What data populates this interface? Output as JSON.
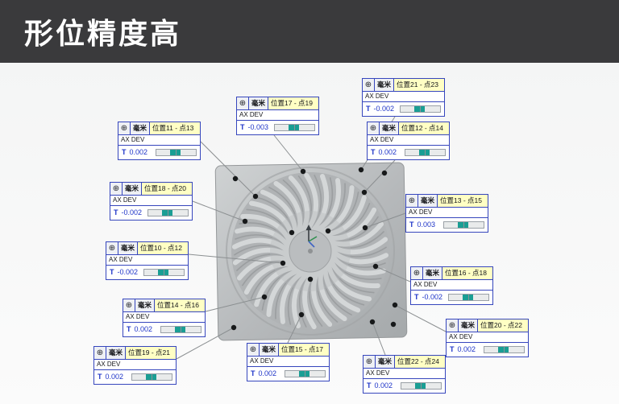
{
  "header": {
    "title": "形位精度高"
  },
  "labels": {
    "position_symbol": "⊕",
    "unit": "毫米",
    "axdev": "AX DEV",
    "t": "T"
  },
  "colors": {
    "banner_bg": "#3a3a3c",
    "callout_border": "#3646bd",
    "callout_highlight": "#ffffc4",
    "gauge_fill": "#1a9e94",
    "value_text": "#1f35c8",
    "part_gray": "#b6b9bb"
  },
  "callouts": [
    {
      "position": "位置17 - 点19",
      "value": "-0.003"
    },
    {
      "position": "位置21 - 点23",
      "value": "-0.002"
    },
    {
      "position": "位置12 - 点14",
      "value": "0.002"
    },
    {
      "position": "位置11 - 点13",
      "value": "0.002"
    },
    {
      "position": "位置18 - 点20",
      "value": "-0.002"
    },
    {
      "position": "位置10 - 点12",
      "value": "-0.002"
    },
    {
      "position": "位置14 - 点16",
      "value": "0.002"
    },
    {
      "position": "位置19 - 点21",
      "value": "0.002"
    },
    {
      "position": "位置15 - 点17",
      "value": "0.002"
    },
    {
      "position": "位置22 - 点24",
      "value": "0.002"
    },
    {
      "position": "位置13 - 点15",
      "value": "0.003"
    },
    {
      "position": "位置16 - 点18",
      "value": "-0.002"
    },
    {
      "position": "位置20 - 点22",
      "value": "0.002"
    }
  ]
}
